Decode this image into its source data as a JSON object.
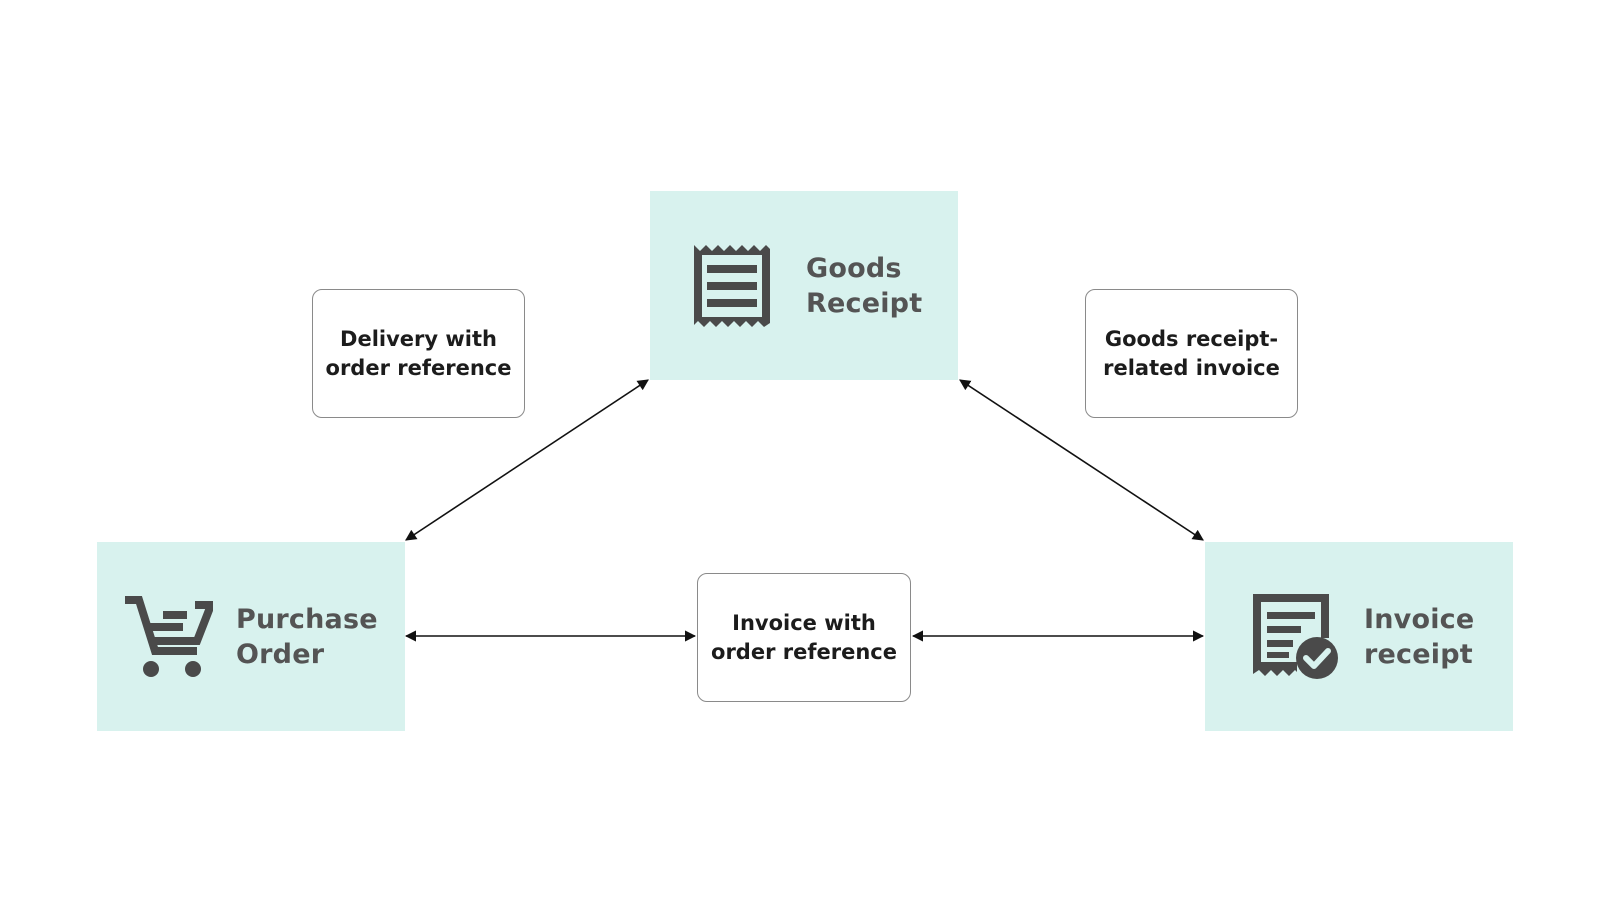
{
  "colors": {
    "node_fill": "#d8f2ee",
    "node_text": "#545454",
    "icon": "#4a4a4a",
    "label_border": "#8a8a8a",
    "label_text": "#1c1c1c",
    "connector": "#111111"
  },
  "nodes": {
    "goods_receipt": {
      "icon": "receipt-icon",
      "label_line1": "Goods",
      "label_line2": "Receipt"
    },
    "purchase_order": {
      "icon": "shopping-cart-icon",
      "label_line1": "Purchase",
      "label_line2": "Order"
    },
    "invoice_receipt": {
      "icon": "invoice-check-icon",
      "label_line1": "Invoice",
      "label_line2": "receipt"
    }
  },
  "edges": {
    "delivery": {
      "from": "purchase_order",
      "to": "goods_receipt",
      "bidirectional": true,
      "label_line1": "Delivery with",
      "label_line2": "order reference"
    },
    "goods_receipt_invoice": {
      "from": "goods_receipt",
      "to": "invoice_receipt",
      "bidirectional": true,
      "label_line1": "Goods receipt-",
      "label_line2": "related invoice"
    },
    "invoice_reference": {
      "from": "purchase_order",
      "to": "invoice_receipt",
      "bidirectional": true,
      "label_line1": "Invoice with",
      "label_line2": "order reference"
    }
  }
}
